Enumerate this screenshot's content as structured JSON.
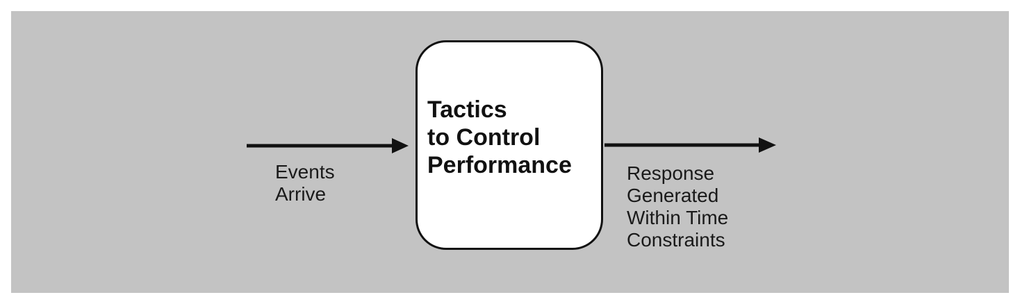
{
  "diagram": {
    "process": {
      "lines": [
        "Tactics",
        "to Control",
        "Performance"
      ]
    },
    "input": {
      "lines": [
        "Events",
        "Arrive"
      ]
    },
    "output": {
      "lines": [
        "Response",
        "Generated",
        "Within Time",
        "Constraints"
      ]
    },
    "colors": {
      "panel_background": "#c3c3c3",
      "box_fill": "#ffffff",
      "stroke": "#111111"
    }
  }
}
